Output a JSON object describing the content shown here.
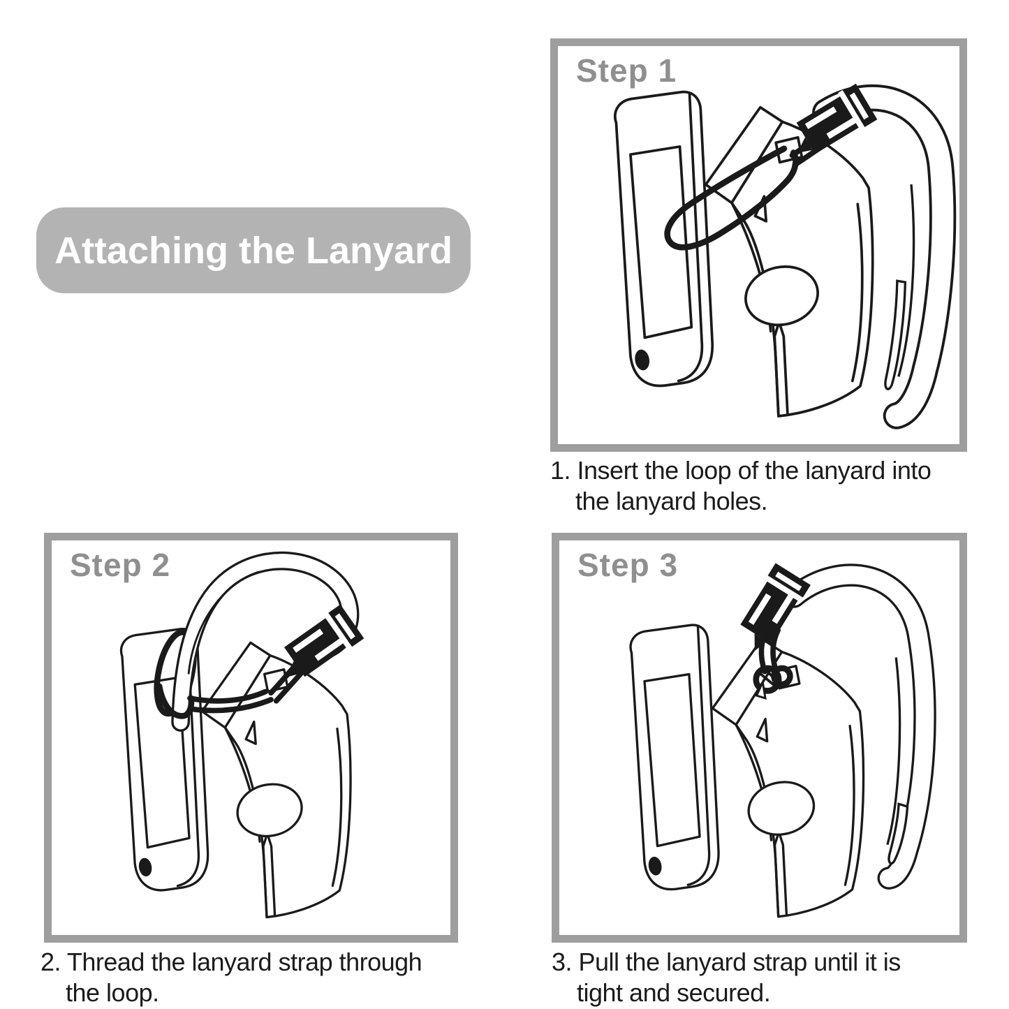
{
  "page": {
    "background_color": "#ffffff"
  },
  "title_badge": {
    "label": "Attaching the Lanyard",
    "background_color": "#b3b3b3",
    "text_color": "#ffffff"
  },
  "colors": {
    "panel_border": "#9e9e9e",
    "step_label": "#8f8f8f",
    "caption_text": "#1b1b1b",
    "line_art": "#1a1a1a"
  },
  "steps": [
    {
      "label": "Step 1",
      "caption_lines": [
        "1. Insert the loop of the lanyard into",
        "the lanyard holes."
      ]
    },
    {
      "label": "Step 2",
      "caption_lines": [
        "2. Thread the lanyard strap through",
        "the loop."
      ]
    },
    {
      "label": "Step 3",
      "caption_lines": [
        "3. Pull the lanyard strap until it is",
        "tight and secured."
      ]
    }
  ]
}
